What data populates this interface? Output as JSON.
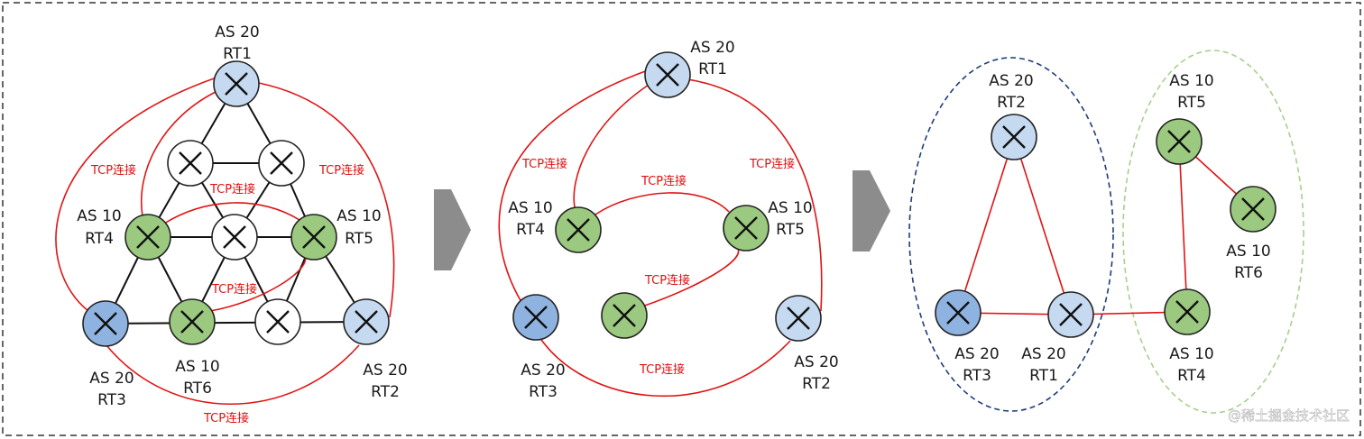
{
  "colors": {
    "red_link": "#e01414",
    "black_link": "#111111",
    "node_blue_light": "#c5d9f0",
    "node_blue_dark": "#8fb3e0",
    "node_green": "#9bc97f",
    "node_white": "#ffffff",
    "arrow_gray": "#8c8c8c",
    "dashed_blue": "#1f3d7a",
    "dashed_green": "#a6d08c",
    "frame": "#333333"
  },
  "tcp_label": "TCP连接",
  "node_icon": "cross-icon",
  "panel1": {
    "rt1": [
      "AS 20",
      "RT1"
    ],
    "rt4": [
      "AS 10",
      "RT4"
    ],
    "rt5": [
      "AS 10",
      "RT5"
    ],
    "rt3": [
      "AS 20",
      "RT3"
    ],
    "rt6": [
      "AS 10",
      "RT6"
    ],
    "rt2": [
      "AS 20",
      "RT2"
    ]
  },
  "panel2": {
    "rt1": [
      "AS 20",
      "RT1"
    ],
    "rt4": [
      "AS 10",
      "RT4"
    ],
    "rt5": [
      "AS 10",
      "RT5"
    ],
    "rt3": [
      "AS 20",
      "RT3"
    ],
    "rt2": [
      "AS 20",
      "RT2"
    ]
  },
  "panel3": {
    "rt2": [
      "AS 20",
      "RT2"
    ],
    "rt3": [
      "AS 20",
      "RT3"
    ],
    "rt1": [
      "AS 20",
      "RT1"
    ],
    "rt5": [
      "AS 10",
      "RT5"
    ],
    "rt6": [
      "AS 10",
      "RT6"
    ],
    "rt4": [
      "AS 10",
      "RT4"
    ]
  },
  "watermark": "@稀土掘金技术社区"
}
